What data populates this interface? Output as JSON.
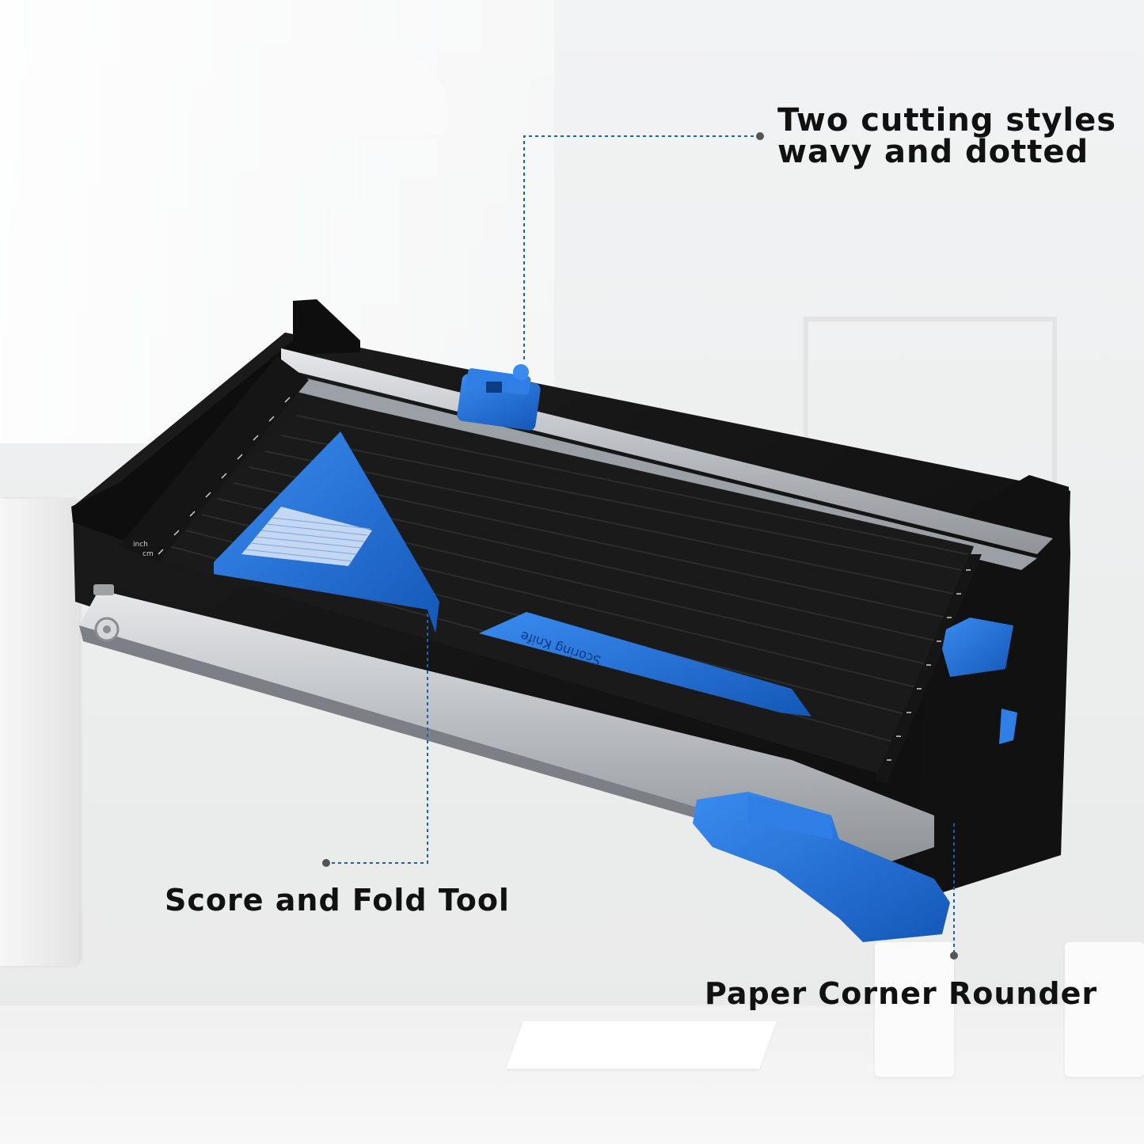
{
  "callouts": {
    "cutting_styles": {
      "line1": "Two cutting styles",
      "line2": "wavy and dotted"
    },
    "score_fold": "Score and Fold Tool",
    "corner_rounder": "Paper Corner Rounder"
  },
  "product": {
    "ruler_label_inch": "inch",
    "ruler_label_cm": "cm",
    "scoring_knife_text": "Scoring Knife"
  },
  "colors": {
    "accent_blue": "#1f6fd6",
    "body_black": "#141414",
    "steel": "#c9ccd0",
    "callout_text": "#111111"
  }
}
